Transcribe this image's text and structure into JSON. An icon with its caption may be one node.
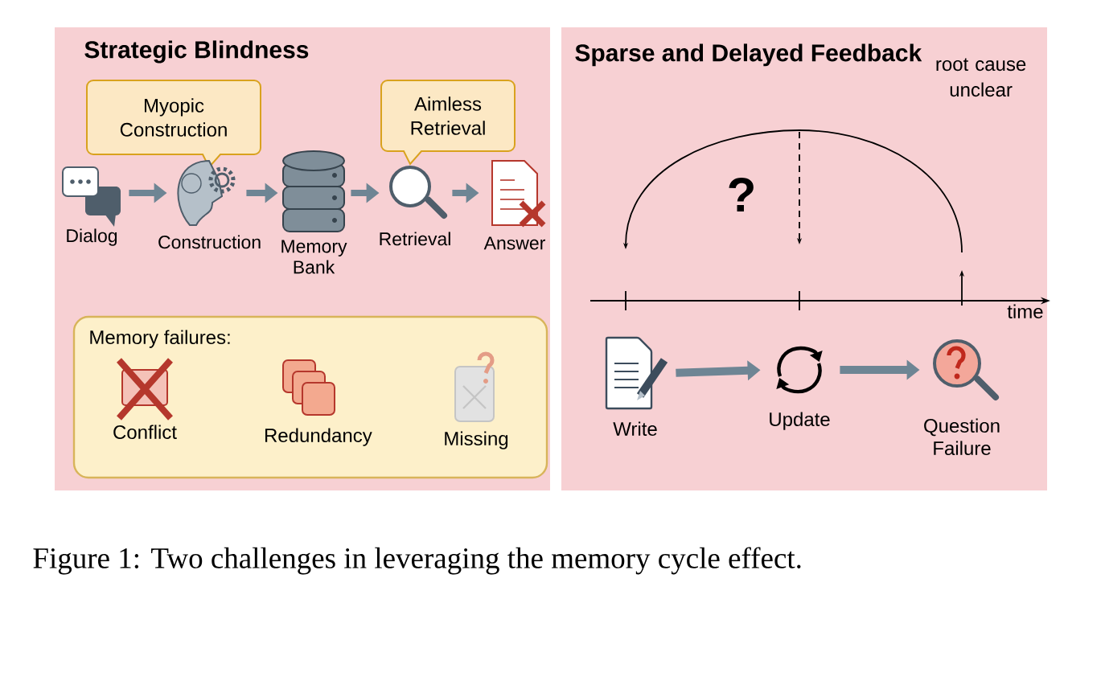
{
  "diagram": {
    "caption": "Figure 1: Two challenges in leveraging the memory cycle effect.",
    "nodes": [
      {
        "text": [
          "Strategic Blindness"
        ]
      },
      {
        "text": [
          "Myopic Construction"
        ],
        "in": 0
      },
      {
        "text": [
          "Aimless Retrieval"
        ],
        "in": 0
      },
      {
        "text": [
          "Dialog"
        ],
        "in": 0
      },
      {
        "text": [
          "Construction"
        ],
        "in": 0
      },
      {
        "text": [
          "Memory Bank"
        ],
        "in": 0
      },
      {
        "text": [
          "Retrieval"
        ],
        "in": 0
      },
      {
        "text": [
          "Answer"
        ],
        "in": 0
      },
      {
        "text": [
          "Memory failures:"
        ],
        "in": 0
      },
      {
        "text": [
          "Conflict"
        ],
        "in": 8
      },
      {
        "text": [
          "Redundancy"
        ],
        "in": 8
      },
      {
        "text": [
          "Missing"
        ],
        "in": 8
      },
      {
        "text": [
          "Sparse and Delayed Feedback"
        ]
      },
      {
        "text": [
          "Write"
        ],
        "in": 12
      },
      {
        "text": [
          "Update"
        ],
        "in": 12
      },
      {
        "text": [
          "Question Failure"
        ],
        "in": 12
      }
    ],
    "edges": [
      {
        "from": 3,
        "to": 4,
        "arrow": "to"
      },
      {
        "from": 4,
        "to": 5,
        "arrow": "to"
      },
      {
        "from": 5,
        "to": 6,
        "arrow": "to"
      },
      {
        "from": 6,
        "to": 7,
        "arrow": "to"
      },
      {
        "from": 13,
        "to": 14,
        "arrow": "to"
      },
      {
        "from": 14,
        "to": 15,
        "arrow": "to"
      }
    ],
    "labels": [
      "root cause unclear",
      "?",
      "time"
    ]
  }
}
